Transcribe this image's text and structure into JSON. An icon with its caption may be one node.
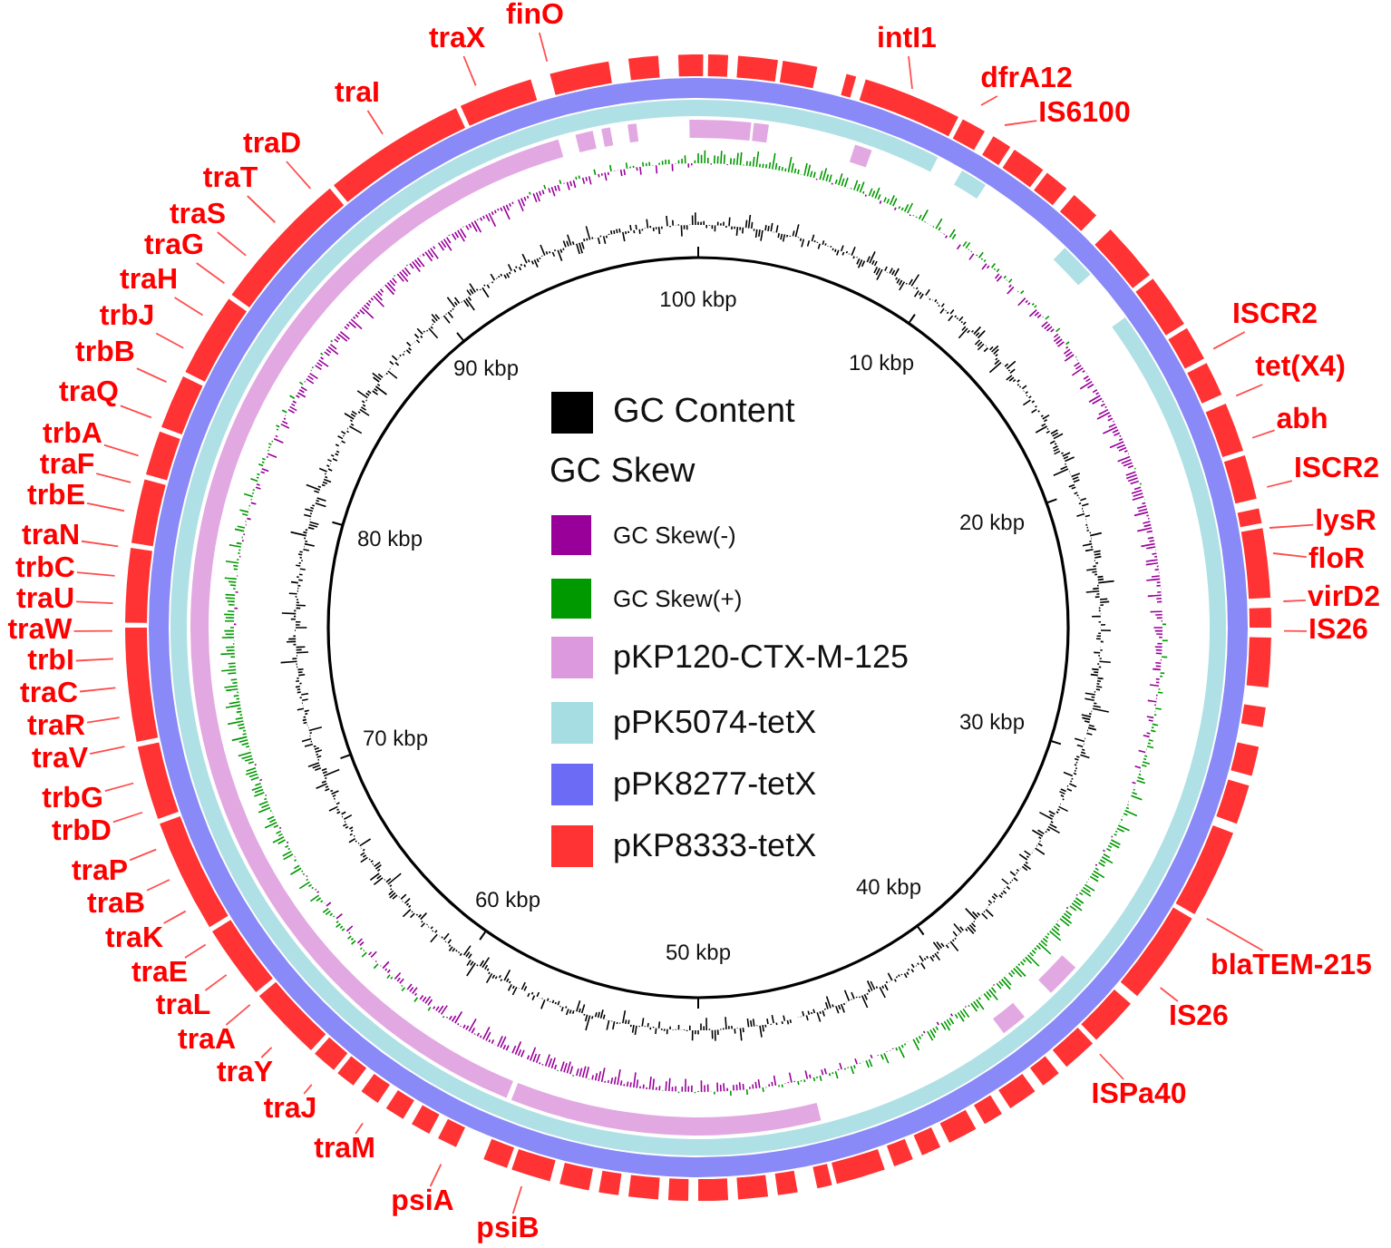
{
  "diagram": {
    "nodes": [
      {
        "text": [
          "traX"
        ]
      },
      {
        "text": [
          "finO"
        ]
      },
      {
        "text": [
          "traI"
        ]
      },
      {
        "text": [
          "traD"
        ]
      },
      {
        "text": [
          "traT"
        ]
      },
      {
        "text": [
          "traS"
        ]
      },
      {
        "text": [
          "traG"
        ]
      },
      {
        "text": [
          "traH"
        ]
      },
      {
        "text": [
          "trbJ"
        ]
      },
      {
        "text": [
          "trbB"
        ]
      },
      {
        "text": [
          "traQ"
        ]
      },
      {
        "text": [
          "trbA"
        ]
      },
      {
        "text": [
          "traF"
        ]
      },
      {
        "text": [
          "trbE"
        ]
      },
      {
        "text": [
          "traN"
        ]
      },
      {
        "text": [
          "trbC"
        ]
      },
      {
        "text": [
          "traU"
        ]
      },
      {
        "text": [
          "traW"
        ]
      },
      {
        "text": [
          "trbI"
        ]
      },
      {
        "text": [
          "traC"
        ]
      },
      {
        "text": [
          "traR"
        ]
      },
      {
        "text": [
          "traV"
        ]
      },
      {
        "text": [
          "trbG"
        ]
      },
      {
        "text": [
          "trbD"
        ]
      },
      {
        "text": [
          "traP"
        ]
      },
      {
        "text": [
          "traB"
        ]
      },
      {
        "text": [
          "traK"
        ]
      },
      {
        "text": [
          "traE"
        ]
      },
      {
        "text": [
          "traL"
        ]
      },
      {
        "text": [
          "traA"
        ]
      },
      {
        "text": [
          "traY"
        ]
      },
      {
        "text": [
          "traJ"
        ]
      },
      {
        "text": [
          "traM"
        ]
      },
      {
        "text": [
          "psiA"
        ]
      },
      {
        "text": [
          "psiB"
        ]
      },
      {
        "text": [
          "intI1"
        ]
      },
      {
        "text": [
          "dfrA12"
        ]
      },
      {
        "text": [
          "IS6100"
        ]
      },
      {
        "text": [
          "ISCR2"
        ]
      },
      {
        "text": [
          "tet(X4)"
        ]
      },
      {
        "text": [
          "abh"
        ]
      },
      {
        "text": [
          "ISCR2"
        ]
      },
      {
        "text": [
          "lysR"
        ]
      },
      {
        "text": [
          "floR"
        ]
      },
      {
        "text": [
          "virD2"
        ]
      },
      {
        "text": [
          "IS26"
        ]
      },
      {
        "text": [
          "blaTEM-215"
        ]
      },
      {
        "text": [
          "IS26"
        ]
      },
      {
        "text": [
          "ISPa40"
        ]
      }
    ],
    "edges": [
      {
        "from": 0,
        "to": null,
        "arrow": "none"
      },
      {
        "from": 1,
        "to": null,
        "arrow": "none"
      },
      {
        "from": 2,
        "to": null,
        "arrow": "none"
      },
      {
        "from": 3,
        "to": null,
        "arrow": "none"
      },
      {
        "from": 4,
        "to": null,
        "arrow": "none"
      },
      {
        "from": 5,
        "to": null,
        "arrow": "none"
      },
      {
        "from": 6,
        "to": null,
        "arrow": "none"
      },
      {
        "from": 7,
        "to": null,
        "arrow": "none"
      },
      {
        "from": 8,
        "to": null,
        "arrow": "none"
      },
      {
        "from": 9,
        "to": null,
        "arrow": "none"
      },
      {
        "from": 10,
        "to": null,
        "arrow": "none"
      },
      {
        "from": 11,
        "to": null,
        "arrow": "none"
      },
      {
        "from": 12,
        "to": null,
        "arrow": "none"
      },
      {
        "from": 13,
        "to": null,
        "arrow": "none"
      },
      {
        "from": 14,
        "to": null,
        "arrow": "none"
      },
      {
        "from": 15,
        "to": null,
        "arrow": "none"
      },
      {
        "from": 16,
        "to": null,
        "arrow": "none"
      },
      {
        "from": 17,
        "to": null,
        "arrow": "none"
      },
      {
        "from": 18,
        "to": null,
        "arrow": "none"
      },
      {
        "from": 19,
        "to": null,
        "arrow": "none"
      },
      {
        "from": 20,
        "to": null,
        "arrow": "none"
      },
      {
        "from": 21,
        "to": null,
        "arrow": "none"
      },
      {
        "from": 22,
        "to": null,
        "arrow": "none"
      },
      {
        "from": 23,
        "to": null,
        "arrow": "none"
      },
      {
        "from": 24,
        "to": null,
        "arrow": "none"
      },
      {
        "from": 25,
        "to": null,
        "arrow": "none"
      },
      {
        "from": 26,
        "to": null,
        "arrow": "none"
      },
      {
        "from": 27,
        "to": null,
        "arrow": "none"
      },
      {
        "from": 28,
        "to": null,
        "arrow": "none"
      },
      {
        "from": 29,
        "to": null,
        "arrow": "none"
      },
      {
        "from": 30,
        "to": null,
        "arrow": "none"
      },
      {
        "from": 31,
        "to": null,
        "arrow": "none"
      },
      {
        "from": 32,
        "to": null,
        "arrow": "none"
      },
      {
        "from": 33,
        "to": null,
        "arrow": "none"
      },
      {
        "from": 34,
        "to": null,
        "arrow": "none"
      },
      {
        "from": 35,
        "to": null,
        "arrow": "none"
      },
      {
        "from": 36,
        "to": null,
        "arrow": "none"
      },
      {
        "from": 37,
        "to": null,
        "arrow": "none"
      },
      {
        "from": 38,
        "to": null,
        "arrow": "none"
      },
      {
        "from": 39,
        "to": null,
        "arrow": "none"
      },
      {
        "from": 40,
        "to": null,
        "arrow": "none"
      },
      {
        "from": 41,
        "to": null,
        "arrow": "none"
      },
      {
        "from": 42,
        "to": null,
        "arrow": "none"
      },
      {
        "from": 43,
        "to": null,
        "arrow": "none"
      },
      {
        "from": 44,
        "to": null,
        "arrow": "none"
      },
      {
        "from": 45,
        "to": null,
        "arrow": "none"
      },
      {
        "from": 46,
        "to": null,
        "arrow": "none"
      },
      {
        "from": 47,
        "to": null,
        "arrow": "none"
      },
      {
        "from": 48,
        "to": null,
        "arrow": "none"
      }
    ],
    "labels": [
      "100 kbp",
      "10 kbp",
      "20 kbp",
      "30 kbp",
      "40 kbp",
      "50 kbp",
      "60 kbp",
      "70 kbp",
      "80 kbp",
      "90 kbp",
      "GC Skew"
    ],
    "legend": [
      {
        "text": "GC Content",
        "color": "#000000"
      },
      {
        "text": "GC Skew(-)",
        "color": "#990099"
      },
      {
        "text": "GC Skew(+)",
        "color": "#009900"
      },
      {
        "text": "pKP120-CTX-M-125",
        "color": "#dd99dd"
      },
      {
        "text": "pPK5074-tetX",
        "color": "#a6dde2"
      },
      {
        "text": "pPK8277-tetX",
        "color": "#6b6bf5"
      },
      {
        "text": "pKP8333-tetX",
        "color": "#ff3333"
      }
    ]
  }
}
